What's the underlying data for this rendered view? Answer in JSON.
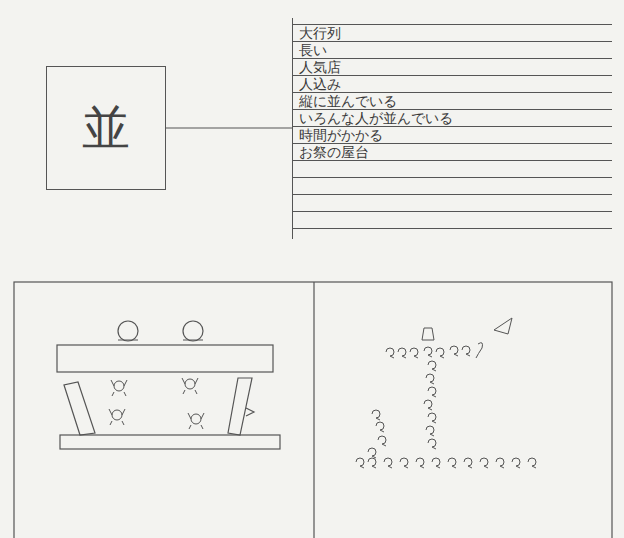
{
  "diagram": {
    "nodes": [
      {
        "text": [
          "並"
        ]
      },
      {
        "text": [
          "大行列",
          "長い",
          "人気店",
          "人込み",
          "縦に並んでいる",
          "いろんな人が並んでいる",
          "時間がかかる",
          "お祭の屋台"
        ]
      }
    ],
    "edges": [
      {
        "from": 0,
        "to": 1,
        "arrow": "none"
      }
    ]
  }
}
